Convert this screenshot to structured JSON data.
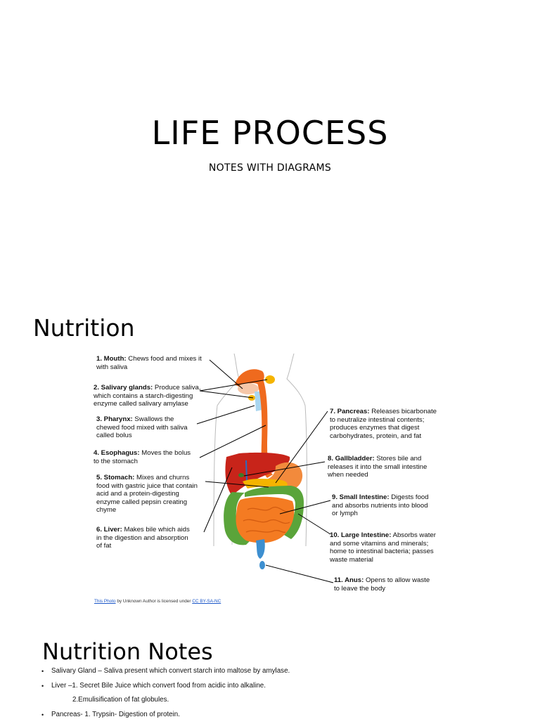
{
  "slide1": {
    "title": "LIFE PROCESS",
    "subtitle": "NOTES WITH DIAGRAMS"
  },
  "slide2": {
    "heading": "Nutrition",
    "labels": [
      {
        "bold": "1. Mouth:",
        "text": " Chews food and mixes it",
        "text2": "with saliva"
      },
      {
        "bold": "2. Salivary glands:",
        "text": " Produce saliva,",
        "text2": "which contains a starch-digesting",
        "text3": "enzyme called salivary amylase"
      },
      {
        "bold": "3. Pharynx:",
        "text": " Swallows the",
        "text2": "chewed food mixed with saliva",
        "text3": "called bolus"
      },
      {
        "bold": "4. Esophagus:",
        "text": " Moves the bolus",
        "text2": "to the stomach"
      },
      {
        "bold": "5. Stomach:",
        "text": " Mixes and churns",
        "text2": "food with gastric juice that contain",
        "text3": "acid and a protein-digesting",
        "text4": "enzyme called pepsin creating",
        "text5": "chyme"
      },
      {
        "bold": "6. Liver:",
        "text": " Makes bile which aids",
        "text2": "in the digestion and absorption",
        "text3": "of fat"
      },
      {
        "bold": "7. Pancreas:",
        "text": " Releases bicarbonate",
        "text2": "to neutralize intestinal contents;",
        "text3": "produces enzymes that digest",
        "text4": "carbohydrates, protein, and fat"
      },
      {
        "bold": "8. Gallbladder:",
        "text": " Stores bile and",
        "text2": "releases it into the small intestine",
        "text3": "when needed"
      },
      {
        "bold": "9. Small Intestine:",
        "text": " Digests food",
        "text2": "and absorbs nutrients into blood",
        "text3": "or lymph"
      },
      {
        "bold": "10. Large Intestine:",
        "text": " Absorbs water",
        "text2": "and some vitamins and minerals;",
        "text3": "home to intestinal bacteria; passes",
        "text4": "waste material"
      },
      {
        "bold": "11. Anus:",
        "text": " Opens to allow waste",
        "text2": "to leave the body"
      }
    ],
    "credit": {
      "link1": "This Photo",
      "middle": " by Unknown Author is licensed under ",
      "link2": "CC BY-SA-NC"
    }
  },
  "slide3": {
    "heading": "Nutrition Notes",
    "notes": [
      "Salivary Gland – Saliva present which convert starch into maltose by amylase.",
      "Liver –1. Secret Bile Juice which convert food from acidic into alkaline.",
      "2.Emulisification of fat globules.",
      "Pancreas- 1. Trypsin- Digestion of protein."
    ]
  },
  "colors": {
    "esophagus": "#ef6a1e",
    "liver": "#c8241a",
    "small_intestine": "#f47b22",
    "large_intestine": "#5aa43a",
    "gland": "#f5b400",
    "rectum": "#3d8fd0",
    "link": "#1a56c8"
  }
}
